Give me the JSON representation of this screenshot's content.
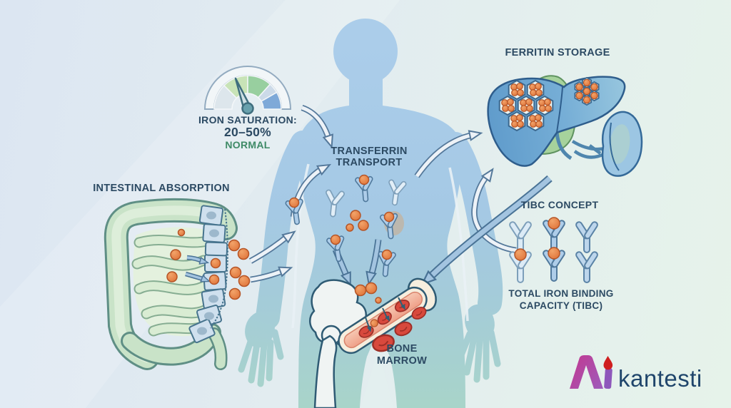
{
  "gauge": {
    "title": "IRON SATURATION:",
    "range": "20–50%",
    "status": "NORMAL",
    "segment_colors": [
      "#dde6ec",
      "#c8e3b7",
      "#98cf9f",
      "#ccdae8",
      "#7ea9d8"
    ],
    "needle_zone": "low-normal green segment"
  },
  "sections": {
    "intestinal_absorption": {
      "label": "INTESTINAL ABSORPTION"
    },
    "transferrin_transport": {
      "label_line1": "TRANSFERRIN",
      "label_line2": "TRANSPORT"
    },
    "ferritin_storage": {
      "label": "FERRITIN STORAGE"
    },
    "tibc": {
      "label": "TIBC CONCEPT",
      "caption_line1": "TOTAL IRON BINDING",
      "caption_line2": "CAPACITY (TIBC)",
      "molecules_total": 6,
      "molecules_iron_bound": 3
    },
    "bone_marrow": {
      "label_line1": "BONE",
      "label_line2": "MARROW"
    }
  },
  "logo": {
    "brand": "kantesti"
  },
  "colors": {
    "iron_dot": "#e0793f",
    "body_silhouette_top": "#abcdea",
    "body_silhouette_bottom": "#a8d4c9",
    "label_text": "#2c4a63",
    "normal_green": "#3e8a66",
    "liver_blue": "#6aa3d0",
    "intestine_green": "#c9e3c8",
    "rbc_red": "#d8493d",
    "logo_magenta": "#c13a92",
    "logo_purple": "#9a5fc0",
    "logo_drop_red": "#cf1f1f",
    "brand_navy": "#1f456b"
  },
  "flows": [
    {
      "from": "iron-saturation-gauge",
      "to": "transferrin-transport"
    },
    {
      "from": "intestinal-absorption",
      "to": "transferrin-transport"
    },
    {
      "from": "intestinal-absorption",
      "to": "transferrin-transport"
    },
    {
      "from": "transferrin-transport",
      "to": "ferritin-storage"
    },
    {
      "from": "tibc-concept",
      "to": "ferritin-storage"
    },
    {
      "from": "ferritin-storage",
      "to": "bone-marrow"
    },
    {
      "from": "transferrin-transport",
      "to": "bone-marrow"
    }
  ]
}
